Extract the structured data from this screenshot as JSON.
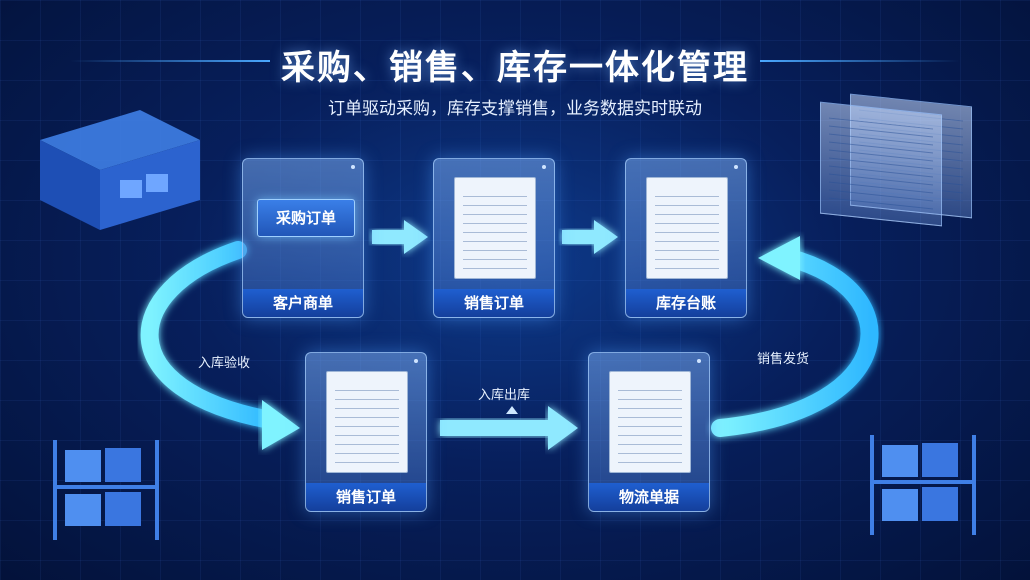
{
  "title": "采购、销售、库存一体化管理",
  "subtitle": "订单驱动采购，库存支撑销售，业务数据实时联动",
  "cards": {
    "customer_order": {
      "label": "客户商单",
      "badge": "采购订单"
    },
    "sales_order_top": {
      "label": "销售订单"
    },
    "inventory_ledger": {
      "label": "库存台账"
    },
    "sales_order_bottom": {
      "label": "销售订单"
    },
    "logistics_docs": {
      "label": "物流单据"
    }
  },
  "flow_labels": {
    "left_loop": "入库验收",
    "bottom_arrow": "入库出库",
    "right_loop": "销售发货"
  },
  "colors": {
    "accent": "#4aa8ff",
    "card_label_bg": "#1f5fd0",
    "background": "#071f5c"
  }
}
